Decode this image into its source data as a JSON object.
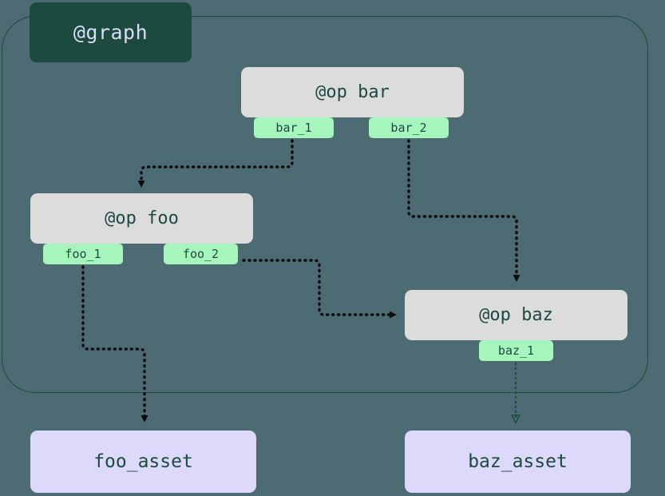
{
  "graph": {
    "label": "@graph",
    "label_bg": "#1c4a3e",
    "label_color": "#d9dcf7",
    "border_color": "#1e4a3f"
  },
  "canvas": {
    "background": "#4d6b72",
    "op_node_color": "#dcdcdc",
    "port_color": "#a6f5bc",
    "asset_color": "#ddd9fb",
    "text_color": "#1c4a3e",
    "edge_color": "#000000"
  },
  "nodes": {
    "bar": {
      "title": "@op bar",
      "ports": [
        {
          "name": "bar_1"
        },
        {
          "name": "bar_2"
        }
      ]
    },
    "foo": {
      "title": "@op foo",
      "ports": [
        {
          "name": "foo_1"
        },
        {
          "name": "foo_2"
        }
      ]
    },
    "baz": {
      "title": "@op baz",
      "ports": [
        {
          "name": "baz_1"
        }
      ]
    }
  },
  "assets": [
    {
      "name": "foo_asset"
    },
    {
      "name": "baz_asset"
    }
  ],
  "edges": [
    {
      "from": "bar_1",
      "to": "foo"
    },
    {
      "from": "bar_2",
      "to": "baz"
    },
    {
      "from": "foo_1",
      "to": "foo_asset"
    },
    {
      "from": "foo_2",
      "to": "baz"
    },
    {
      "from": "baz_1",
      "to": "baz_asset"
    }
  ]
}
